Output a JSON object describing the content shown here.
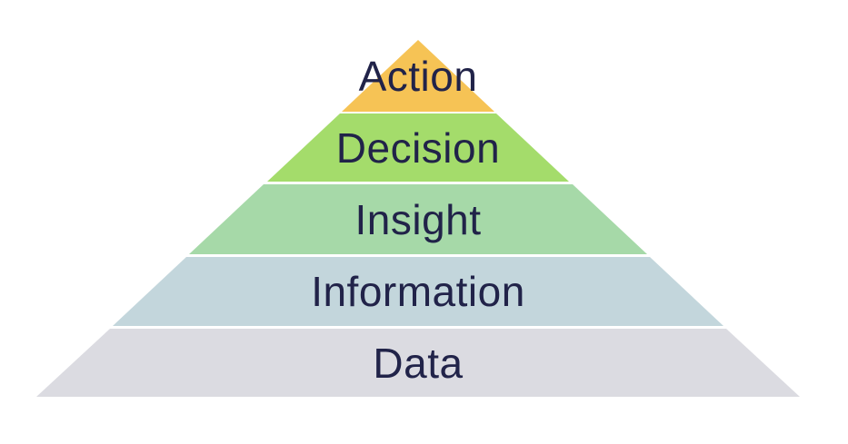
{
  "diagram": {
    "type": "pyramid",
    "text_color": "#212349",
    "background_color": "#FFFFFF",
    "layers": [
      {
        "label": "Action",
        "color": "#F6C355"
      },
      {
        "label": "Decision",
        "color": "#A4DC6B"
      },
      {
        "label": "Insight",
        "color": "#A6D9A8"
      },
      {
        "label": "Information",
        "color": "#C3D6DC"
      },
      {
        "label": "Data",
        "color": "#DBDBE1"
      }
    ]
  }
}
